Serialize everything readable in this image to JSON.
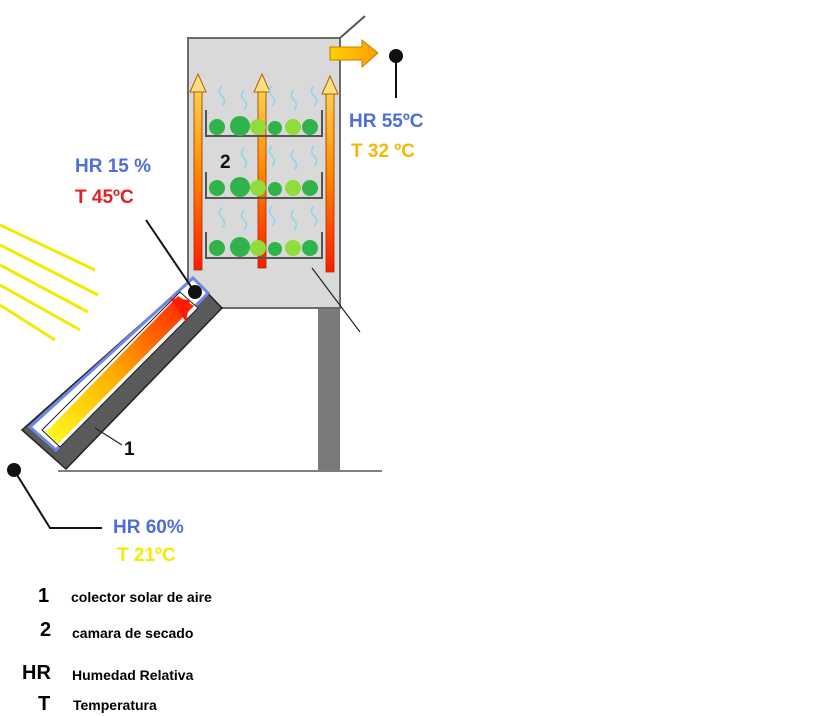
{
  "diagram": {
    "labels": {
      "collector_number": "1",
      "chamber_number": "2"
    },
    "readings": {
      "inlet": {
        "hr": "HR 60%",
        "t": "T 21ºC"
      },
      "collector_out": {
        "hr": "HR 15 %",
        "t": "T 45ºC"
      },
      "outlet": {
        "hr": "HR 55ºC",
        "t": "T 32 ºC"
      }
    },
    "colors": {
      "hr_text": "#4f6fd8",
      "t_inlet": "#f2ea00",
      "t_hot": "#e02424",
      "t_outlet": "#f5b800",
      "sun_rays": "#f2ea00",
      "chamber": "#d9d9d9",
      "leaves": "#2fb34a",
      "vapor": "#8fd6f0"
    }
  },
  "legend": [
    {
      "key": "1",
      "text": "colector solar de aire"
    },
    {
      "key": "2",
      "text": "camara de secado"
    },
    {
      "key": "HR",
      "text": "Humedad Relativa"
    },
    {
      "key": "T",
      "text": "Temperatura"
    }
  ]
}
